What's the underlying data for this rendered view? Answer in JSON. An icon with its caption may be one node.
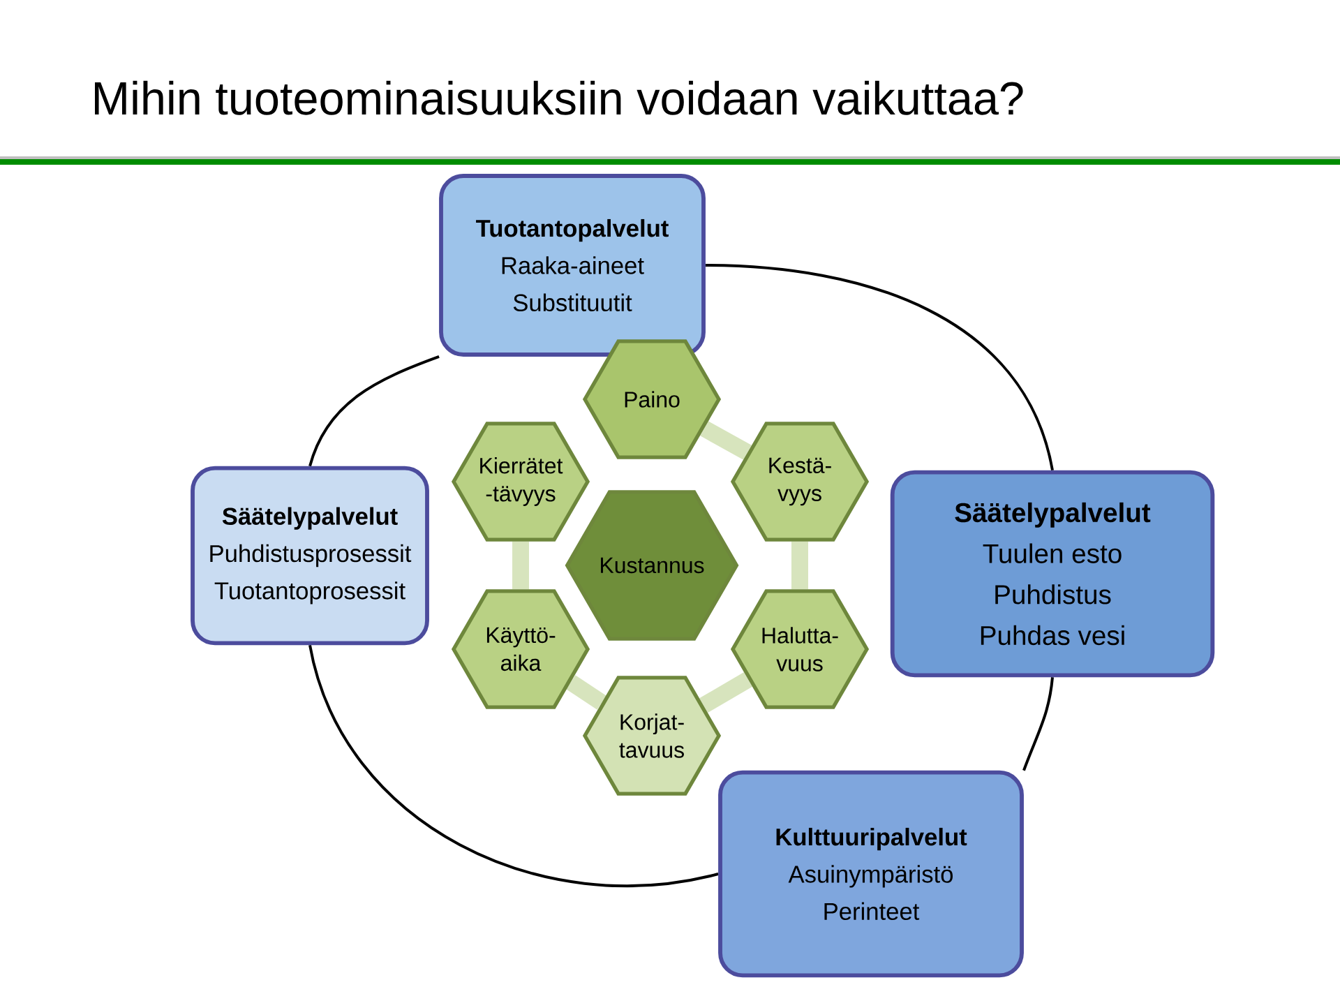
{
  "diagram": {
    "title": "Mihin tuoteominaisuuksiin voidaan vaikuttaa?",
    "nodes": [
      {
        "text": [
          "Tuotantopalvelut",
          "Raaka-aineet",
          "Substituutit"
        ]
      },
      {
        "text": [
          "Paino"
        ]
      },
      {
        "text": [
          "Kierrätet -tävyys"
        ]
      },
      {
        "text": [
          "Kestä- vyys"
        ]
      },
      {
        "text": [
          "Säätelypalvelut",
          "Puhdistusprosessit",
          "Tuotantoprosessit"
        ]
      },
      {
        "text": [
          "Kustannus"
        ]
      },
      {
        "text": [
          "Säätelypalvelut",
          "Tuulen esto",
          "Puhdistus",
          "Puhdas vesi"
        ]
      },
      {
        "text": [
          "Käyttö- aika"
        ]
      },
      {
        "text": [
          "Halutta- vuus"
        ]
      },
      {
        "text": [
          "Korjat- tavuus"
        ]
      },
      {
        "text": [
          "Kulttuuripalvelut",
          "Asuinympäristö",
          "Perinteet"
        ]
      }
    ],
    "edges": [
      {
        "from": 0,
        "to": 6,
        "arrow": "none",
        "color": "#000000"
      },
      {
        "from": 6,
        "to": 10,
        "arrow": "none",
        "color": "#000000"
      },
      {
        "from": 10,
        "to": 4,
        "arrow": "none",
        "color": "#000000"
      },
      {
        "from": 4,
        "to": 0,
        "arrow": "none",
        "color": "#000000"
      },
      {
        "from": 1,
        "to": 3,
        "arrow": "none"
      },
      {
        "from": 2,
        "to": 7,
        "arrow": "none"
      },
      {
        "from": 3,
        "to": 8,
        "arrow": "none"
      },
      {
        "from": 7,
        "to": 9,
        "arrow": "none"
      },
      {
        "from": 8,
        "to": 9,
        "arrow": "none"
      }
    ]
  }
}
